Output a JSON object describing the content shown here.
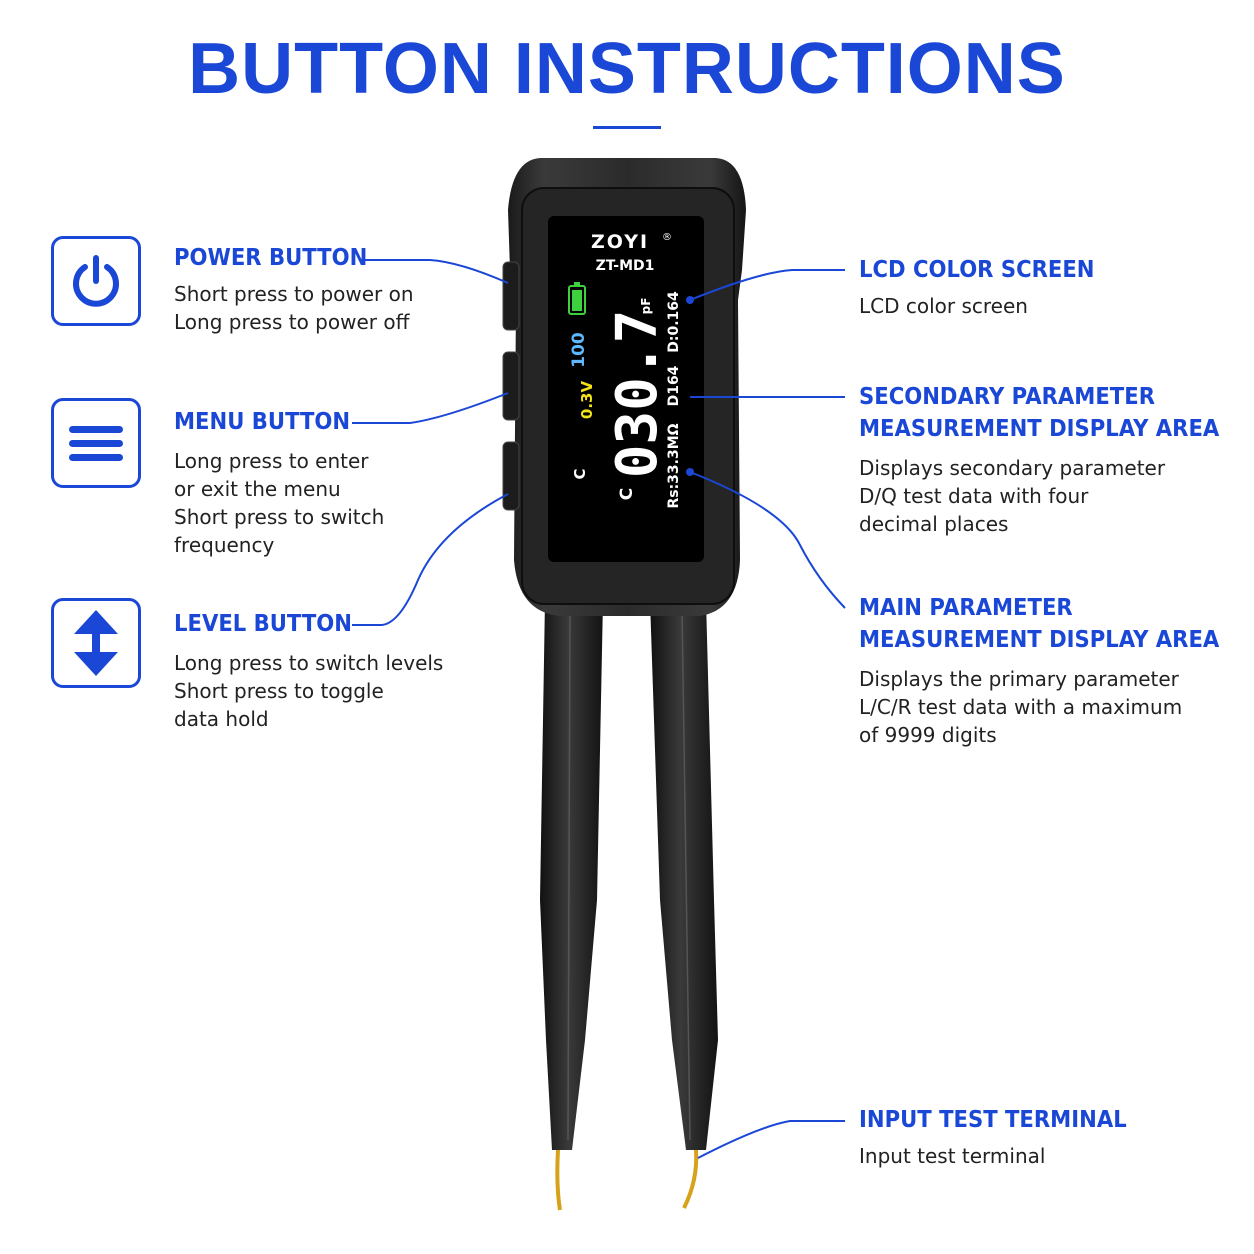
{
  "title": "BUTTON INSTRUCTIONS",
  "accent_color": "#1a47d6",
  "left_labels": [
    {
      "heading": "POWER BUTTON",
      "icon": "power-icon",
      "lines": [
        "Short press to power on",
        "Long press to power off"
      ]
    },
    {
      "heading": "MENU BUTTON",
      "icon": "menu-icon",
      "lines": [
        "Long press to enter",
        "or exit the menu",
        "Short press to switch",
        "frequency"
      ]
    },
    {
      "heading": "LEVEL BUTTON",
      "icon": "up-down-arrow-icon",
      "lines": [
        "Long press to switch levels",
        "Short press to toggle",
        "data hold"
      ]
    }
  ],
  "right_labels": [
    {
      "heading_lines": [
        "LCD COLOR SCREEN"
      ],
      "lines": [
        "LCD color screen"
      ]
    },
    {
      "heading_lines": [
        "SECONDARY PARAMETER",
        "MEASUREMENT DISPLAY AREA"
      ],
      "lines": [
        "Displays secondary parameter",
        "D/Q test data with four",
        "decimal places"
      ]
    },
    {
      "heading_lines": [
        "MAIN PARAMETER",
        "MEASUREMENT DISPLAY AREA"
      ],
      "lines": [
        "Displays the primary parameter",
        "L/C/R test data with a maximum",
        "of 9999 digits"
      ]
    },
    {
      "heading_lines": [
        "INPUT TEST TERMINAL"
      ],
      "lines": [
        "Input test terminal"
      ]
    }
  ],
  "device": {
    "brand": "ZOYI",
    "registered_mark": "®",
    "model": "ZT-MD1",
    "screen": {
      "mode_small": "C",
      "mode_large": "C",
      "voltage": "0.3V",
      "frequency": "100",
      "main_value": "030.7",
      "unit": "pF",
      "dq_value": "D:0.164",
      "d_small": "D164",
      "rs_value": "Rs:33.3MΩ"
    }
  }
}
